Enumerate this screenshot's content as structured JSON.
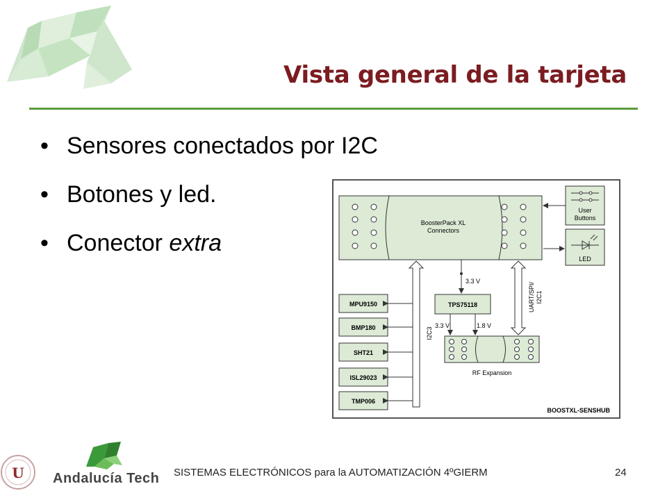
{
  "slide": {
    "title": "Vista general de la tarjeta",
    "bullets": [
      {
        "text": "Sensores conectados por I2C",
        "emphasis": ""
      },
      {
        "text": "Botones y led.",
        "emphasis": ""
      },
      {
        "text": "Conector ",
        "emphasis": "extra"
      }
    ],
    "footer": "SISTEMAS ELECTRÓNICOS para la AUTOMATIZACIÓN 4ºGIERM",
    "page_number": "24",
    "brand": "Andalucía Tech"
  },
  "diagram": {
    "board_name": "BOOSTXL-SENSHUB",
    "connectors_label_line1": "BoosterPack XL",
    "connectors_label_line2": "Connectors",
    "user_buttons_line1": "User",
    "user_buttons_line2": "Buttons",
    "led_label": "LED",
    "regulator": "TPS75118",
    "rf_expansion": "RF Expansion",
    "v33_top": "3.3 V",
    "v33_bottom": "3.3 V",
    "v18": "1.8 V",
    "i2c3": "I2C3",
    "bus_line1": "UART/SPI/",
    "bus_line2": "I2C1",
    "sensors": [
      "MPU9150",
      "BMP180",
      "SHT21",
      "ISL29023",
      "TMP006"
    ]
  },
  "colors": {
    "title": "#7b1c21",
    "rule": "#5a9a3a",
    "block_fill": "#dcead6",
    "diagram_border": "#555555"
  }
}
